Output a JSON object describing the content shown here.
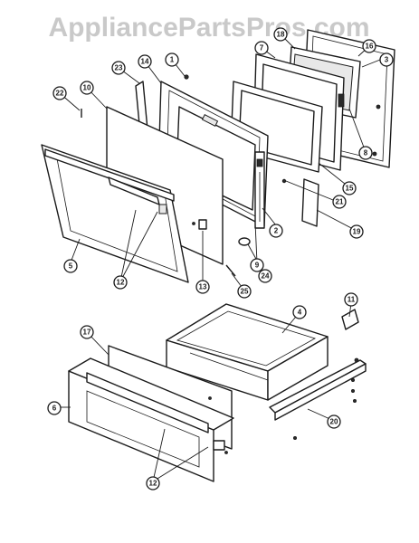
{
  "watermark": "AppliancePartsPros.com",
  "callouts": [
    {
      "id": "c1",
      "label": "1"
    },
    {
      "id": "c2",
      "label": "2"
    },
    {
      "id": "c3",
      "label": "3"
    },
    {
      "id": "c4",
      "label": "4"
    },
    {
      "id": "c5",
      "label": "5"
    },
    {
      "id": "c6",
      "label": "6"
    },
    {
      "id": "c7",
      "label": "7"
    },
    {
      "id": "c8",
      "label": "8"
    },
    {
      "id": "c9",
      "label": "9"
    },
    {
      "id": "c10",
      "label": "10"
    },
    {
      "id": "c11",
      "label": "11"
    },
    {
      "id": "c12a",
      "label": "12"
    },
    {
      "id": "c12b",
      "label": "12"
    },
    {
      "id": "c13",
      "label": "13"
    },
    {
      "id": "c14",
      "label": "14"
    },
    {
      "id": "c15",
      "label": "15"
    },
    {
      "id": "c16",
      "label": "16"
    },
    {
      "id": "c17",
      "label": "17"
    },
    {
      "id": "c18",
      "label": "18"
    },
    {
      "id": "c19",
      "label": "19"
    },
    {
      "id": "c20",
      "label": "20"
    },
    {
      "id": "c21",
      "label": "21"
    },
    {
      "id": "c22",
      "label": "22"
    },
    {
      "id": "c23",
      "label": "23"
    },
    {
      "id": "c24",
      "label": "24"
    },
    {
      "id": "c25",
      "label": "25"
    }
  ]
}
